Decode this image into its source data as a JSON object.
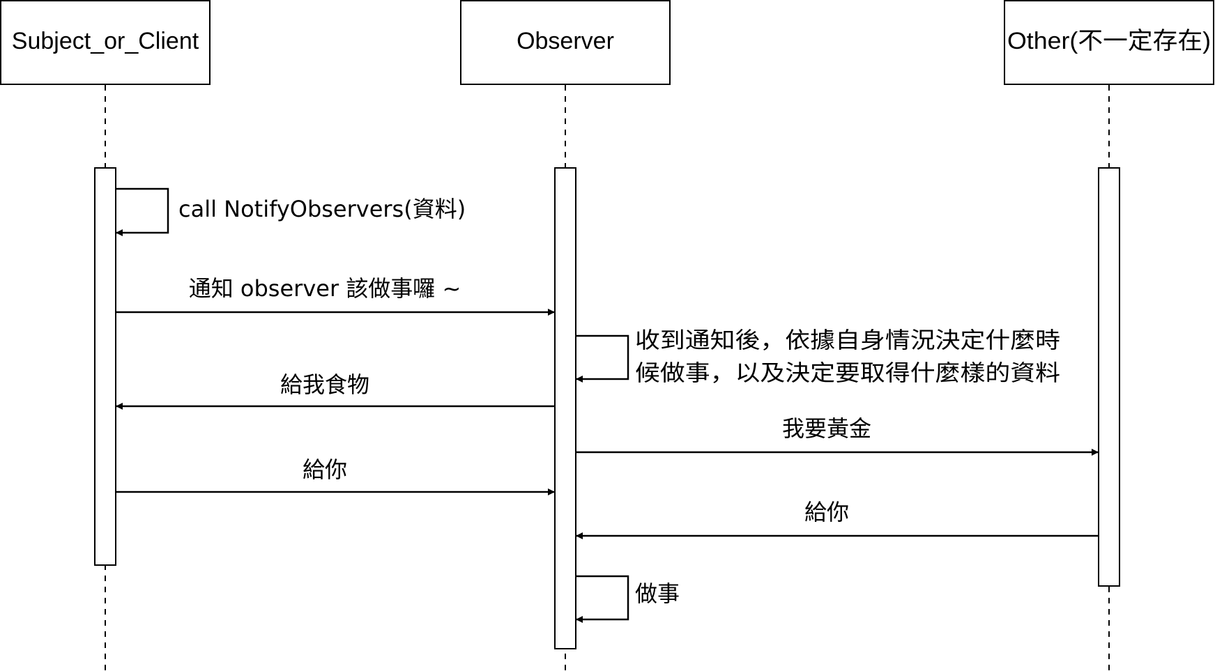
{
  "diagram": {
    "type": "sequence",
    "colors": {
      "stroke": "#000000",
      "fill": "#ffffff",
      "text": "#000000"
    },
    "participants": [
      {
        "id": "subject",
        "label": "Subject_or_Client"
      },
      {
        "id": "observer",
        "label": "Observer"
      },
      {
        "id": "other",
        "label": "Other(不一定存在)"
      }
    ],
    "messages": [
      {
        "id": "m1",
        "from": "subject",
        "to": "subject",
        "lines": [
          "call NotifyObservers(資料)"
        ]
      },
      {
        "id": "m2",
        "from": "subject",
        "to": "observer",
        "lines": [
          "通知 observer 該做事囉 ~"
        ]
      },
      {
        "id": "m3",
        "from": "observer",
        "to": "observer",
        "lines": [
          "收到通知後，依據自身情況決定什麼時",
          "候做事，以及決定要取得什麼樣的資料"
        ]
      },
      {
        "id": "m4",
        "from": "observer",
        "to": "subject",
        "lines": [
          "給我食物"
        ]
      },
      {
        "id": "m5",
        "from": "observer",
        "to": "other",
        "lines": [
          "我要黃金"
        ]
      },
      {
        "id": "m6",
        "from": "subject",
        "to": "observer",
        "lines": [
          "給你"
        ]
      },
      {
        "id": "m7",
        "from": "other",
        "to": "observer",
        "lines": [
          "給你"
        ]
      },
      {
        "id": "m8",
        "from": "observer",
        "to": "observer",
        "lines": [
          "做事"
        ]
      }
    ]
  }
}
